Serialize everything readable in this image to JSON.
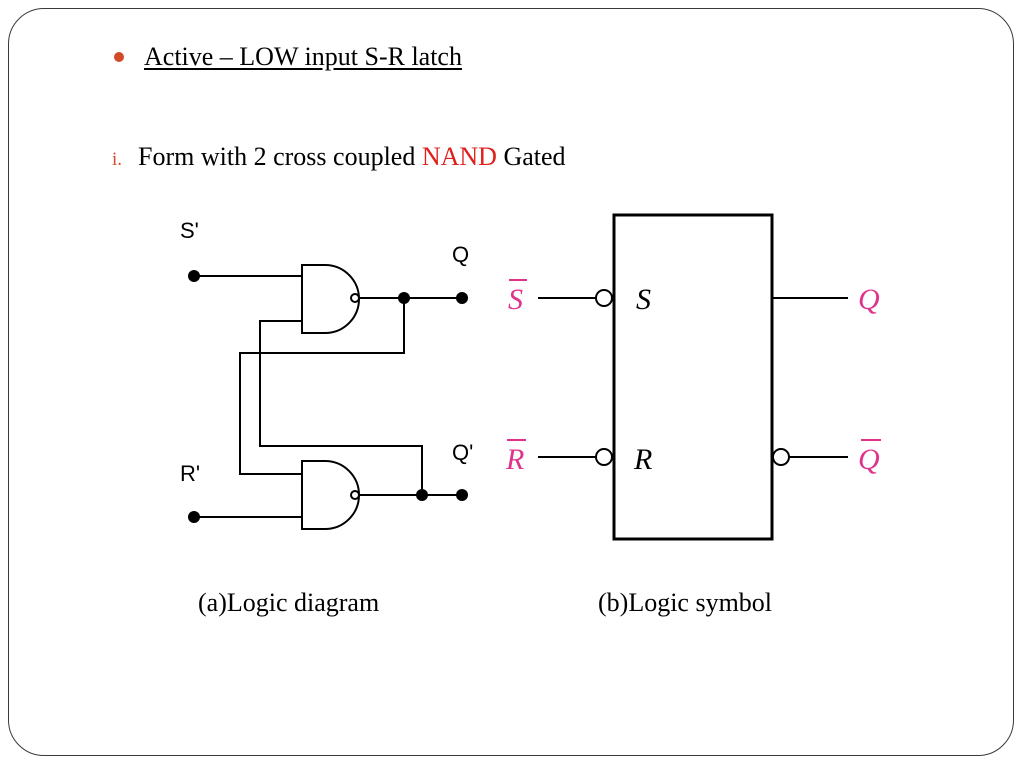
{
  "slide": {
    "bullet": "Active – LOW input S-R latch",
    "numbered_marker": "i.",
    "numbered_before": "Form with 2 cross coupled ",
    "numbered_highlight": "NAND",
    "numbered_after": " Gated"
  },
  "logic_diagram": {
    "label_s": "S'",
    "label_r": "R'",
    "label_q": "Q",
    "label_qbar": "Q'",
    "caption": "(a)Logic diagram"
  },
  "logic_symbol": {
    "input_s": "S",
    "input_r": "R",
    "inner_s": "S",
    "inner_r": "R",
    "output_q": "Q",
    "output_qbar": "Q",
    "caption": "(b)Logic symbol"
  },
  "colors": {
    "accent_red": "#e0201c",
    "bullet": "#d24a2a",
    "magenta": "#e0338a",
    "line": "#000000"
  }
}
